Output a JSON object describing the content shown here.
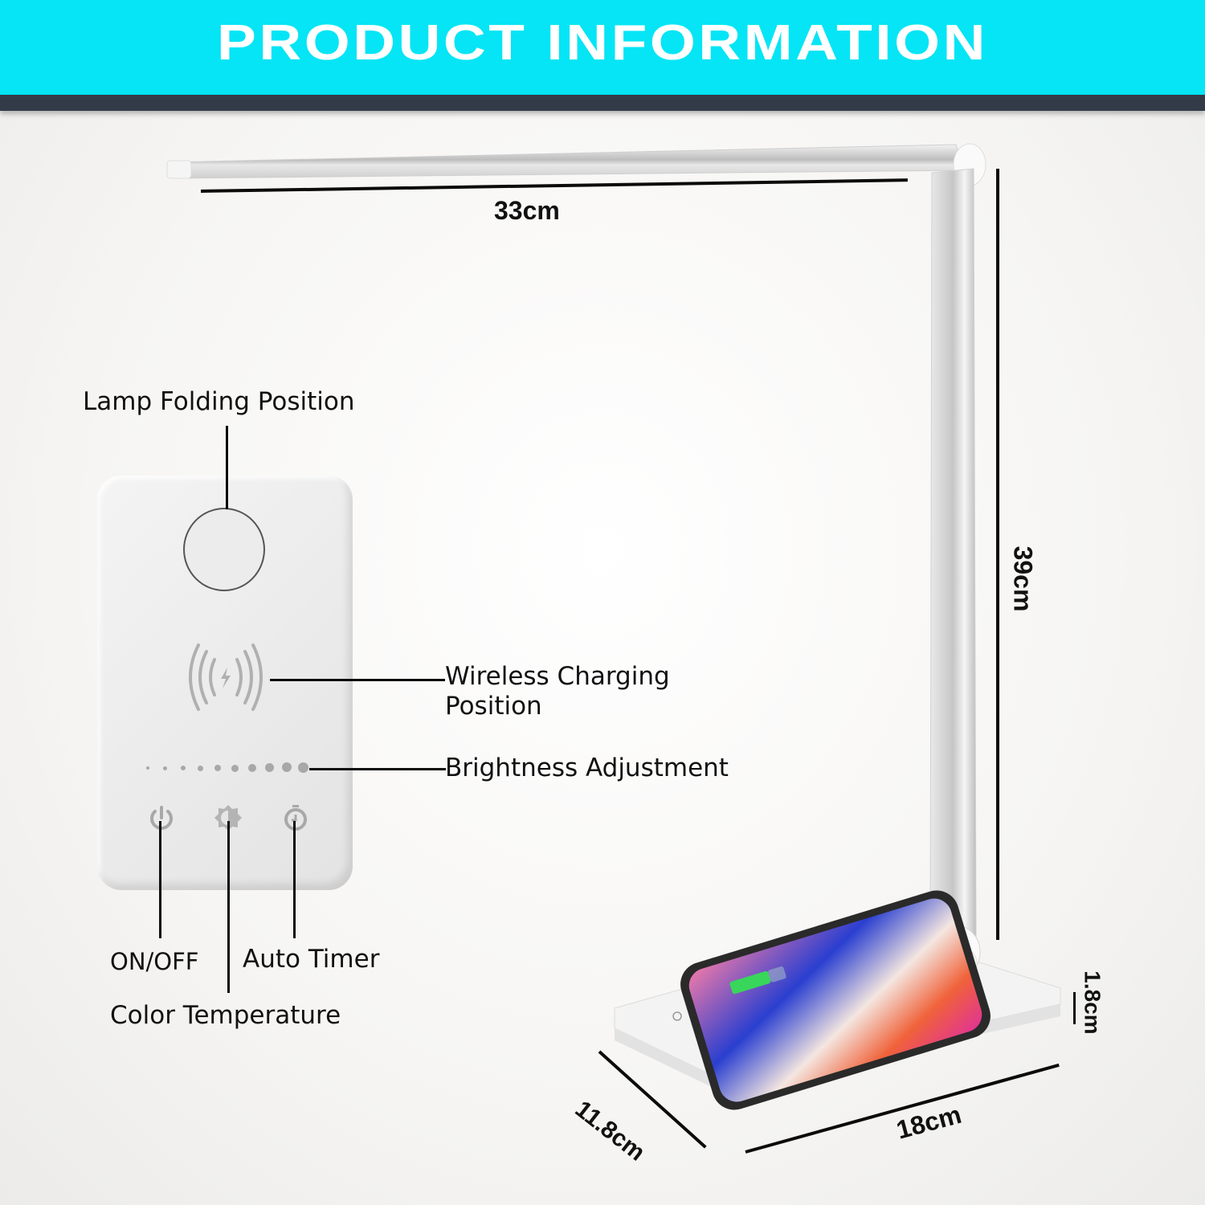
{
  "header": {
    "title": "PRODUCT INFORMATION",
    "bg_color": "#05e5f5",
    "band_color": "#343b48"
  },
  "dimensions": {
    "arm_length": "33cm",
    "height": "39cm",
    "base_thickness": "1.8cm",
    "base_width": "11.8cm",
    "base_length": "18cm"
  },
  "callouts": {
    "lamp_folding": "Lamp Folding Position",
    "wireless_charging_line1": "Wireless Charging",
    "wireless_charging_line2": "Position",
    "brightness": "Brightness Adjustment",
    "on_off": "ON/OFF",
    "auto_timer": "Auto Timer",
    "color_temperature": "Color Temperature"
  },
  "panel": {
    "brightness_levels": 10,
    "icons": [
      "power-icon",
      "color-temperature-icon",
      "timer-icon"
    ],
    "center_icon": "wireless-charging-icon"
  }
}
